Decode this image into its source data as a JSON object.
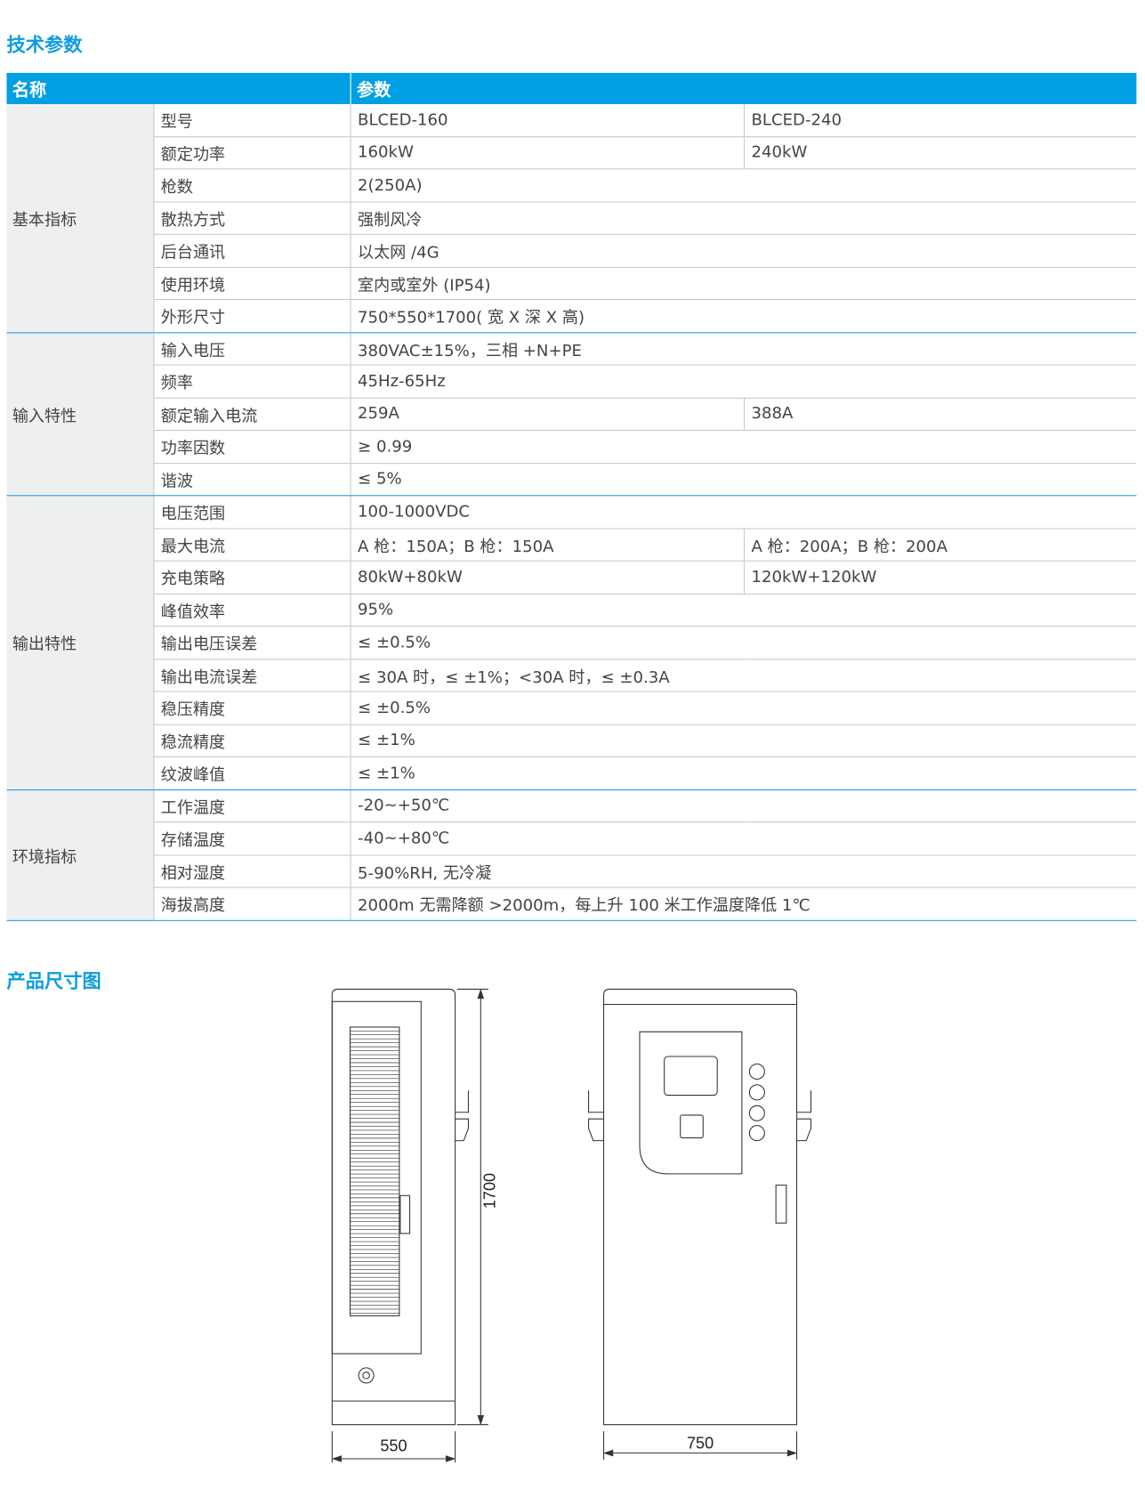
{
  "titles": {
    "specs": "技术参数",
    "dimensions": "产品尺寸图"
  },
  "header": {
    "name": "名称",
    "params": "参数"
  },
  "groups": [
    {
      "label": "基本指标",
      "rows": [
        {
          "name": "型号",
          "v1": "BLCED-160",
          "v2": "BLCED-240"
        },
        {
          "name": "额定功率",
          "v1": "160kW",
          "v2": "240kW"
        },
        {
          "name": "枪数",
          "v1": "2(250A)"
        },
        {
          "name": "散热方式",
          "v1": "强制风冷"
        },
        {
          "name": "后台通讯",
          "v1": "以太网 /4G"
        },
        {
          "name": "使用环境",
          "v1": "室内或室外 (IP54)"
        },
        {
          "name": "外形尺寸",
          "v1": "750*550*1700( 宽 X 深 X 高)"
        }
      ]
    },
    {
      "label": "输入特性",
      "rows": [
        {
          "name": "输入电压",
          "v1": "380VAC±15%，三相 +N+PE"
        },
        {
          "name": "频率",
          "v1": "45Hz-65Hz"
        },
        {
          "name": "额定输入电流",
          "v1": "259A",
          "v2": "388A"
        },
        {
          "name": "功率因数",
          "v1": "≥ 0.99"
        },
        {
          "name": "谐波",
          "v1": "≤ 5%"
        }
      ]
    },
    {
      "label": "输出特性",
      "rows": [
        {
          "name": "电压范围",
          "v1": "100-1000VDC"
        },
        {
          "name": "最大电流",
          "v1": "A 枪：150A；B 枪：150A",
          "v2": "A 枪：200A；B 枪：200A"
        },
        {
          "name": "充电策略",
          "v1": "80kW+80kW",
          "v2": "120kW+120kW"
        },
        {
          "name": "峰值效率",
          "v1": "95%"
        },
        {
          "name": "输出电压误差",
          "v1": "≤ ±0.5%"
        },
        {
          "name": "输出电流误差",
          "v1": "≤ 30A 时，≤ ±1%；<30A 时，≤ ±0.3A"
        },
        {
          "name": "稳压精度",
          "v1": "≤ ±0.5%"
        },
        {
          "name": "稳流精度",
          "v1": "≤ ±1%"
        },
        {
          "name": "纹波峰值",
          "v1": "≤ ±1%"
        }
      ]
    },
    {
      "label": "环境指标",
      "rows": [
        {
          "name": "工作温度",
          "v1": "-20~+50℃"
        },
        {
          "name": "存储温度",
          "v1": "-40~+80℃"
        },
        {
          "name": "相对湿度",
          "v1": "5-90%RH, 无冷凝"
        },
        {
          "name": "海拔高度",
          "v1": "2000m 无需降额 >2000m，每上升 100 米工作温度降低 1℃"
        }
      ]
    }
  ],
  "drawing": {
    "height_label": "1700",
    "depth_label": "550",
    "width_label": "750"
  },
  "colors": {
    "accent": "#009fe3",
    "group_bg": "#eef0f0"
  }
}
